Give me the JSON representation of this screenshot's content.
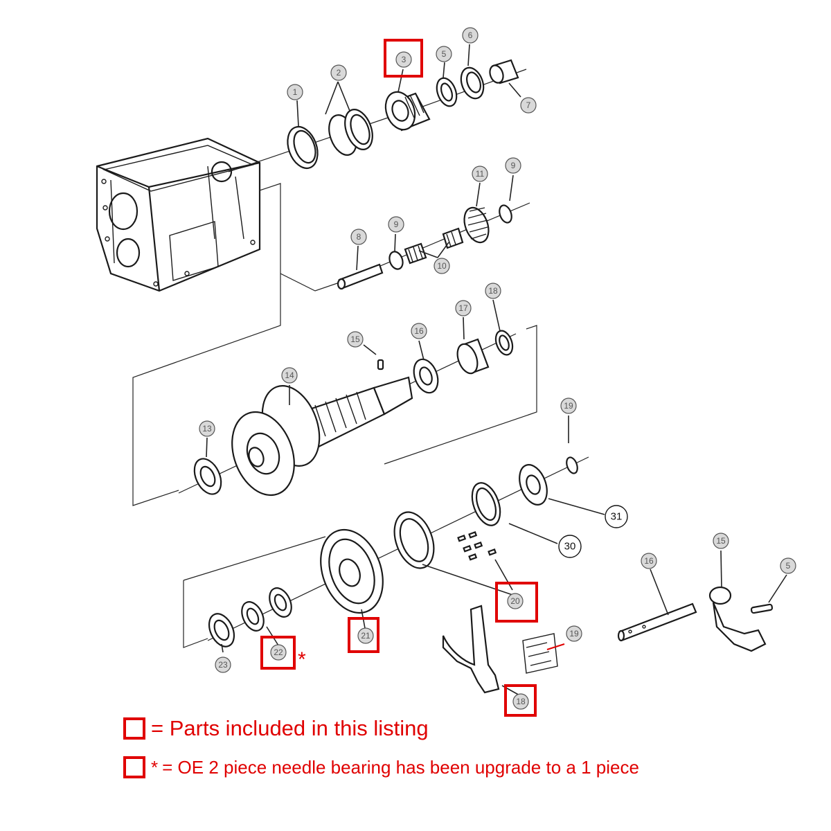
{
  "callouts": {
    "c1": "1",
    "c2": "2",
    "c3": "3",
    "c5": "5",
    "c6": "6",
    "c7": "7",
    "c8": "8",
    "c9a": "9",
    "c9b": "9",
    "c10": "10",
    "c11": "11",
    "c13": "13",
    "c14": "14",
    "c15": "15",
    "c16": "16",
    "c17": "17",
    "c18": "18",
    "c19": "19",
    "c20": "20",
    "c21": "21",
    "c22": "22",
    "c23": "23",
    "c30": "30",
    "c31": "31",
    "c16b": "16",
    "c15b": "15",
    "c5b": "5",
    "c19b": "19",
    "c18b": "18"
  },
  "asterisk": "*",
  "legend": {
    "line1": "= Parts included in this listing",
    "line2_mark": "*",
    "line2": "= OE 2 piece needle bearing has been upgrade to a 1 piece"
  },
  "colors": {
    "highlight": "#e00000",
    "line": "#1a1a1a",
    "callout_fill": "#d9d9d9"
  }
}
